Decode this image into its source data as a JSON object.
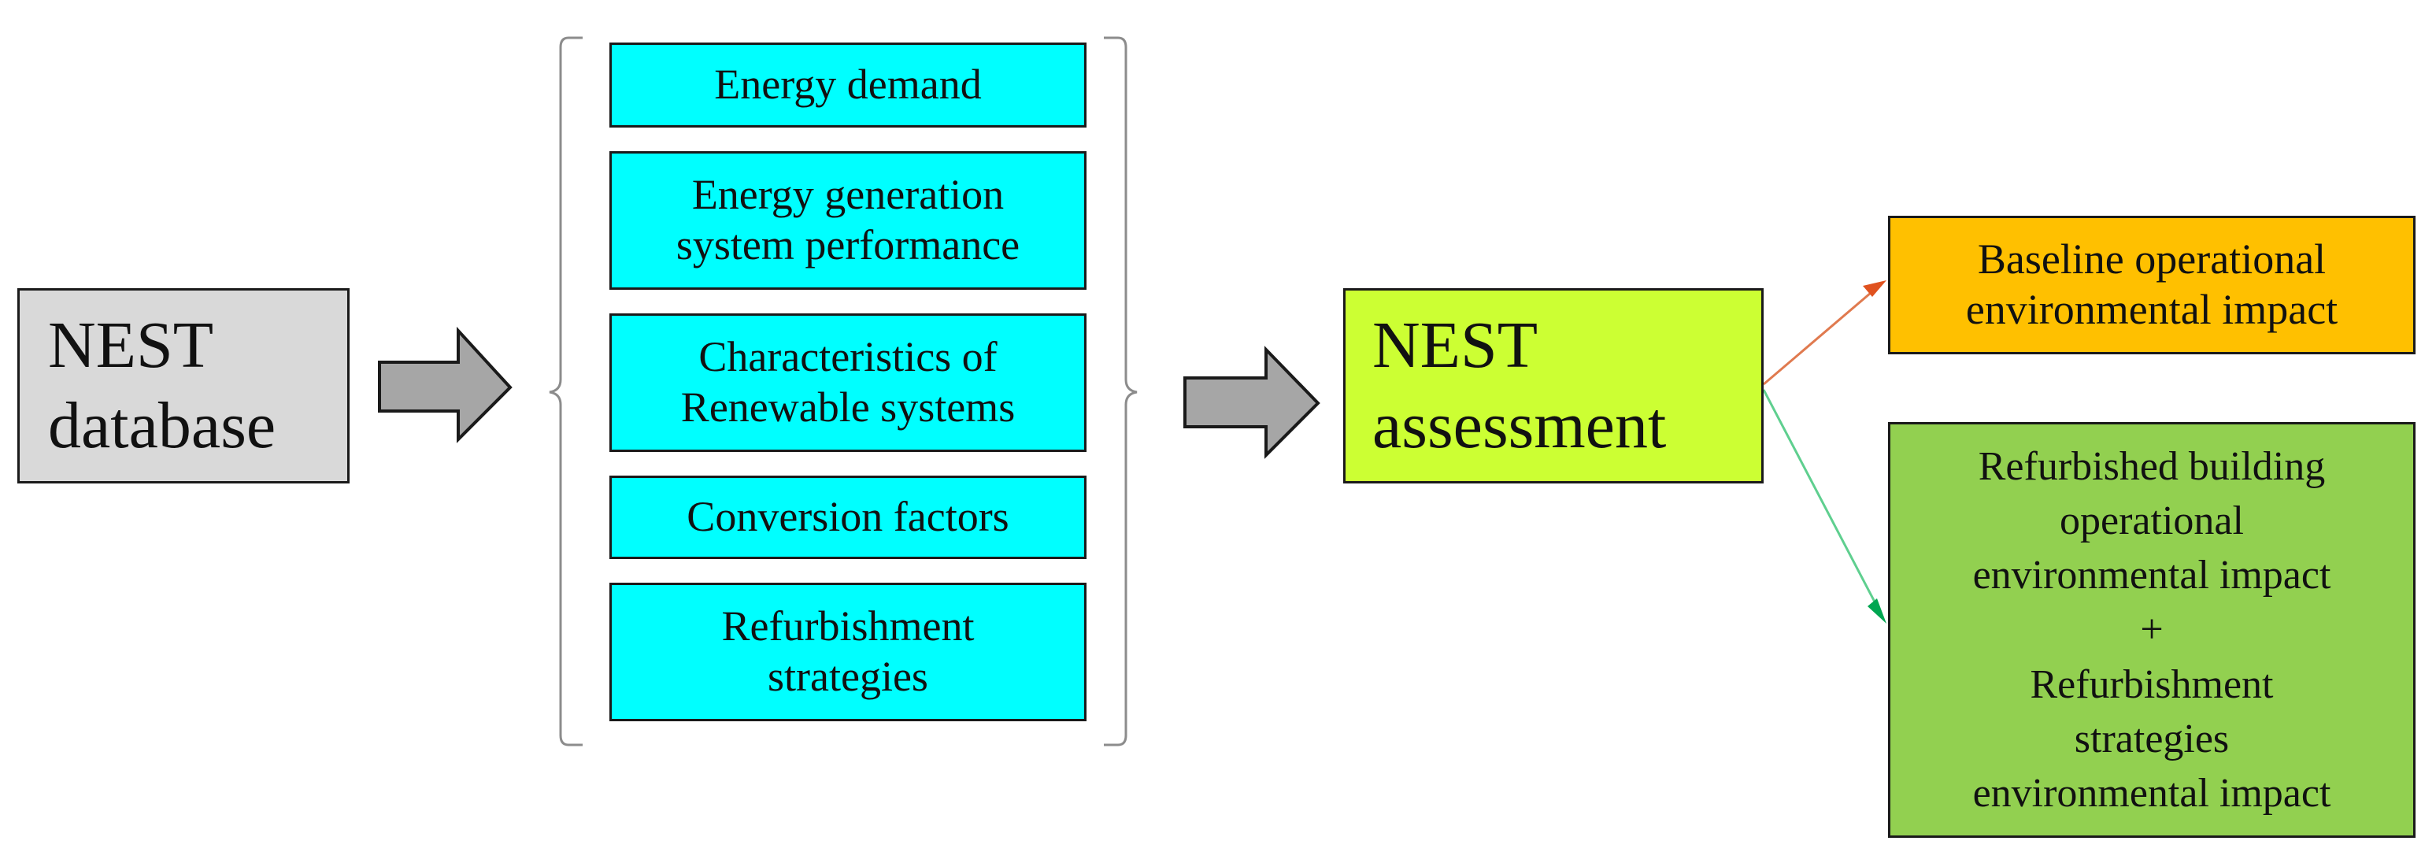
{
  "source": {
    "label": "NEST\ndatabase",
    "fill": "#d9d9d9"
  },
  "inputs": [
    {
      "label": "Energy demand"
    },
    {
      "label": "Energy generation\nsystem performance"
    },
    {
      "label": "Characteristics of\nRenewable systems"
    },
    {
      "label": "Conversion factors"
    },
    {
      "label": "Refurbishment\nstrategies"
    }
  ],
  "input_fill": "#00ffff",
  "assessment": {
    "label": "NEST\nassessment",
    "fill": "#ccff33"
  },
  "outputs": [
    {
      "label": "Baseline operational\nenvironmental impact",
      "fill": "#ffc000",
      "arrow_color": "#e07a4f"
    },
    {
      "label": "Refurbished building\noperational\nenvironmental impact\n+\nRefurbishment\nstrategies\nenvironmental impact",
      "fill": "#92d050",
      "arrow_color": "#5fcf8f"
    }
  ],
  "block_arrow_fill": "#a6a6a6"
}
